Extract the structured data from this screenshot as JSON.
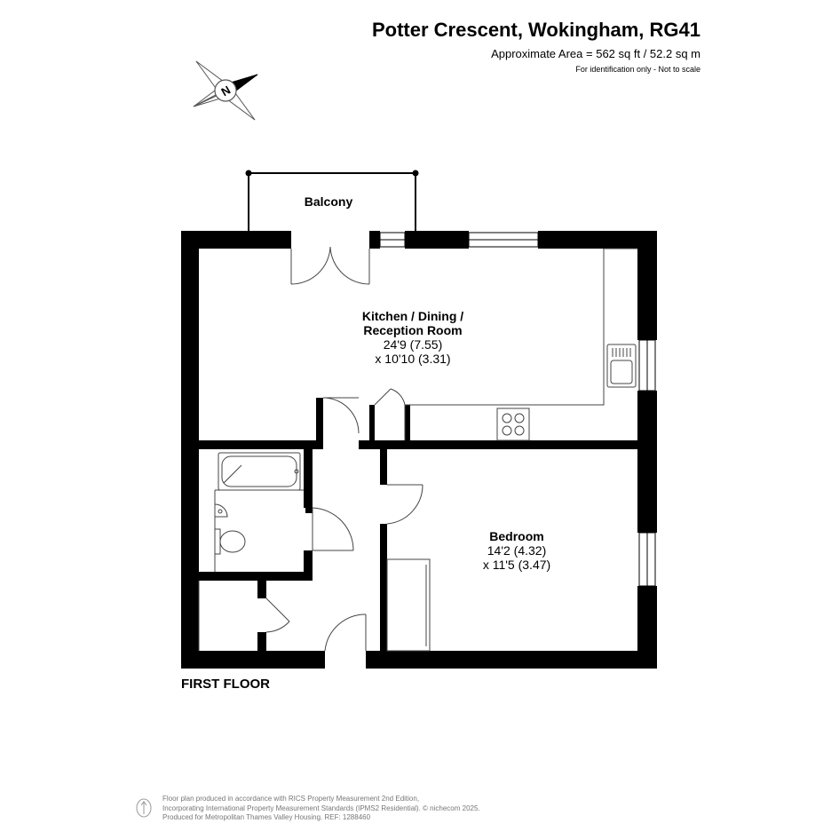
{
  "header": {
    "title": "Potter Crescent, Wokingham, RG41",
    "area": "Approximate Area = 562 sq ft / 52.2 sq m",
    "disclaimer": "For identification only - Not to scale"
  },
  "compass": {
    "letter": "N"
  },
  "rooms": {
    "balcony": {
      "name": "Balcony"
    },
    "kitchen": {
      "name_line1": "Kitchen / Dining /",
      "name_line2": "Reception Room",
      "dim1": "24'9 (7.55)",
      "dim2": "x 10'10 (3.31)"
    },
    "bedroom": {
      "name": "Bedroom",
      "dim1": "14'2 (4.32)",
      "dim2": "x 11'5 (3.47)"
    }
  },
  "floor_label": "FIRST FLOOR",
  "footer": {
    "line1": "Floor plan produced in accordance with RICS Property Measurement 2nd Edition,",
    "line2": "Incorporating International Property Measurement Standards (IPMS2 Residential).  © nichecom 2025.",
    "line3": "Produced for Metropolitan Thames Valley Housing.   REF:  1288460"
  },
  "colors": {
    "wall": "#000000",
    "line": "#444444",
    "footer_text": "#777777"
  }
}
